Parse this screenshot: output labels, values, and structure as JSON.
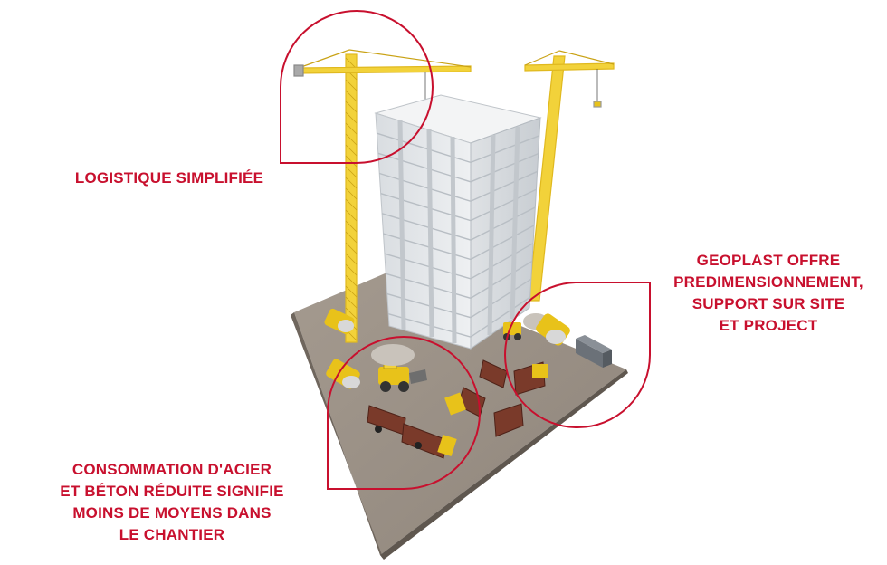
{
  "callouts": {
    "logistics": {
      "lines": [
        "LOGISTIQUE SIMPLIFIÉE"
      ]
    },
    "geoplast": {
      "lines": [
        "GEOPLAST OFFRE",
        "PREDIMENSIONNEMENT,",
        "SUPPORT SUR SITE",
        "ET PROJECT"
      ]
    },
    "consumption": {
      "lines": [
        "CONSOMMATION D'ACIER",
        "ET BÉTON RÉDUITE SIGNIFIE",
        "MOINS DE MOYENS DANS",
        "LE CHANTIER"
      ]
    }
  },
  "colors": {
    "accent": "#c8102e",
    "crane": "#f2d23a",
    "concrete": "#e6e8ea",
    "ground": "#9a8f84",
    "truck": "#e8c21a",
    "dump_bed": "#7a3a2a"
  }
}
